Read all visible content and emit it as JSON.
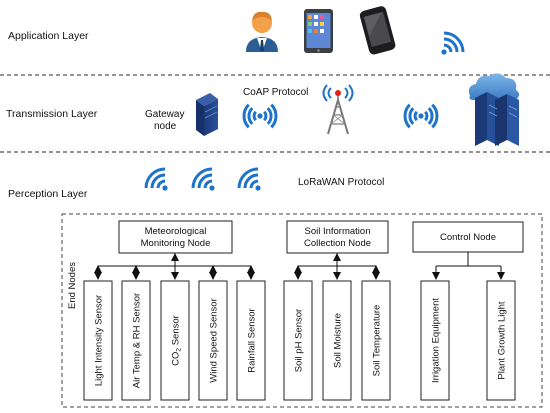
{
  "layers": {
    "application": "Application Layer",
    "transmission": "Transmission Layer",
    "perception": "Perception Layer"
  },
  "protocols": {
    "coap": "CoAP Protocol",
    "lorawan": "LoRaWAN Protocol"
  },
  "gateway": {
    "line1": "Gateway",
    "line2": "node"
  },
  "end_nodes_label": "End Nodes",
  "nodes": {
    "meteorological": {
      "line1": "Meteorological",
      "line2": "Monitoring Node"
    },
    "soil": {
      "line1": "Soil Information",
      "line2": "Collection Node"
    },
    "control": {
      "line1": "Control Node"
    }
  },
  "sensors": {
    "light": "Light Intensity Sensor",
    "air_temp": "Air Temp & RH Sensor",
    "co2_prefix": "CO",
    "co2_sub": "2",
    "co2_suffix": " Sensor",
    "wind": "Wind Speed Sensor",
    "rainfall": "Rainfall Sensor",
    "soil_ph": "Soil pH Sensor",
    "soil_moisture": "Soil Moisture",
    "soil_temp": "Soil Temperature",
    "irrigation": "Irrigation Equipment",
    "growth_light": "Plant Growth Light"
  },
  "icons": [
    "user-icon",
    "tablet-icon",
    "smartphone-icon",
    "server-icon",
    "cell-tower-icon",
    "cloud-server-icon",
    "wifi-signal-icon"
  ],
  "colors": {
    "signal_blue": "#1f74c9",
    "server_navy": "#1d3a78",
    "cloud_blue": "#4f8fcf"
  }
}
